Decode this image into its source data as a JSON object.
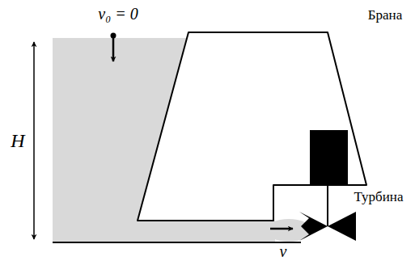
{
  "diagram": {
    "labels": [
      "v₀ = 0",
      "Брана",
      "H",
      "Турбина",
      "v"
    ]
  }
}
